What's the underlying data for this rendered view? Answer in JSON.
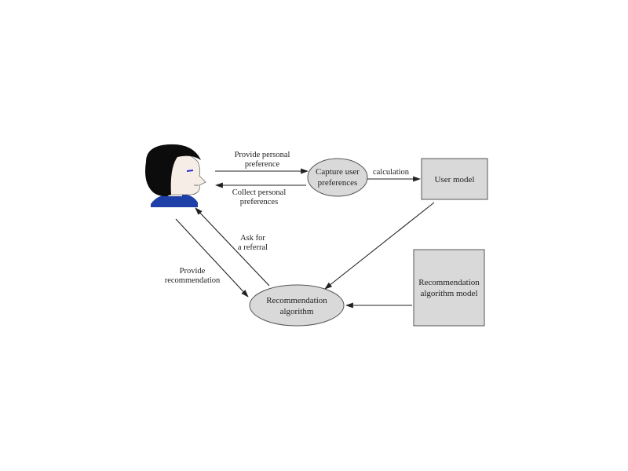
{
  "nodes": {
    "user": {
      "icon": "user-avatar-icon"
    },
    "capture": {
      "line1": "Capture user",
      "line2": "preferences"
    },
    "user_model": {
      "label": "User model"
    },
    "rec_algorithm": {
      "line1": "Recommendation",
      "line2": "algorithm"
    },
    "rec_algorithm_model": {
      "line1": "Recommendation",
      "line2": "algorithm model"
    }
  },
  "edges": {
    "provide_preference": {
      "line1": "Provide personal",
      "line2": "preference"
    },
    "collect_preferences": {
      "line1": "Collect personal",
      "line2": "preferences"
    },
    "calculation": {
      "label": "calculation"
    },
    "ask_referral": {
      "line1": "Ask for",
      "line2": "a referral"
    },
    "provide_recommendation": {
      "line1": "Provide",
      "line2": "recommendation"
    }
  },
  "colors": {
    "node_fill": "#d9d9d9",
    "node_stroke": "#555555",
    "line": "#222222",
    "hair": "#0c0c0c",
    "skin": "#f6eee6",
    "shirt": "#1f3fa8",
    "eye": "#2b2bd0"
  }
}
